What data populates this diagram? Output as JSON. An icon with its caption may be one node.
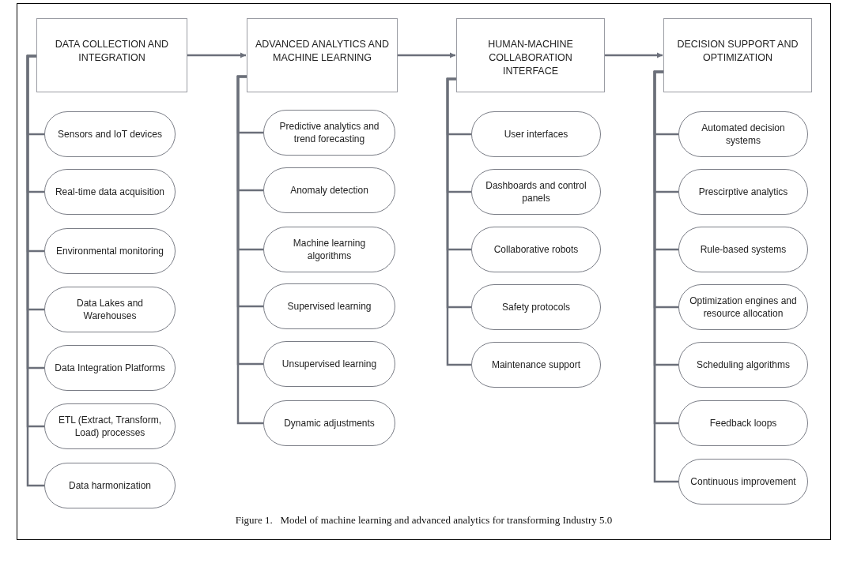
{
  "diagram": {
    "caption": "Figure 1.   Model of machine learning and advanced analytics for transforming Industry 5.0",
    "nodes": [
      {
        "text": [
          "DATA COLLECTION AND INTEGRATION"
        ]
      },
      {
        "text": [
          "Sensors and IoT devices"
        ]
      },
      {
        "text": [
          "Real-time data acquisition"
        ]
      },
      {
        "text": [
          "Environmental monitoring"
        ]
      },
      {
        "text": [
          "Data Lakes and Warehouses"
        ]
      },
      {
        "text": [
          "Data Integration Platforms"
        ]
      },
      {
        "text": [
          "ETL (Extract, Transform, Load) processes"
        ]
      },
      {
        "text": [
          "Data harmonization"
        ]
      },
      {
        "text": [
          "ADVANCED ANALYTICS AND MACHINE LEARNING"
        ]
      },
      {
        "text": [
          "Predictive analytics and trend forecasting"
        ]
      },
      {
        "text": [
          "Anomaly detection"
        ]
      },
      {
        "text": [
          "Machine learning algorithms"
        ]
      },
      {
        "text": [
          "Supervised learning"
        ]
      },
      {
        "text": [
          "Unsupervised learning"
        ]
      },
      {
        "text": [
          "Dynamic adjustments"
        ]
      },
      {
        "text": [
          "HUMAN-MACHINE COLLABORATION INTERFACE"
        ]
      },
      {
        "text": [
          "User interfaces"
        ]
      },
      {
        "text": [
          "Dashboards and control panels"
        ]
      },
      {
        "text": [
          "Collaborative robots"
        ]
      },
      {
        "text": [
          "Safety protocols"
        ]
      },
      {
        "text": [
          "Maintenance support"
        ]
      },
      {
        "text": [
          "DECISION SUPPORT AND OPTIMIZATION"
        ]
      },
      {
        "text": [
          "Automated decision systems"
        ]
      },
      {
        "text": [
          "Prescirptive analytics"
        ]
      },
      {
        "text": [
          "Rule-based systems"
        ]
      },
      {
        "text": [
          "Optimization engines and resource allocation"
        ]
      },
      {
        "text": [
          "Scheduling algorithms"
        ]
      },
      {
        "text": [
          "Feedback loops"
        ]
      },
      {
        "text": [
          "Continuous improvement"
        ]
      }
    ],
    "edges": [
      {
        "from": 0,
        "to": 8,
        "arrow": "to"
      },
      {
        "from": 8,
        "to": 15,
        "arrow": "to"
      },
      {
        "from": 15,
        "to": 21,
        "arrow": "to"
      },
      {
        "from": 0,
        "to": 1,
        "arrow": "none"
      },
      {
        "from": 0,
        "to": 2,
        "arrow": "none"
      },
      {
        "from": 0,
        "to": 3,
        "arrow": "none"
      },
      {
        "from": 0,
        "to": 4,
        "arrow": "none"
      },
      {
        "from": 0,
        "to": 5,
        "arrow": "none"
      },
      {
        "from": 0,
        "to": 6,
        "arrow": "none"
      },
      {
        "from": 0,
        "to": 7,
        "arrow": "none"
      },
      {
        "from": 8,
        "to": 9,
        "arrow": "none"
      },
      {
        "from": 8,
        "to": 10,
        "arrow": "none"
      },
      {
        "from": 8,
        "to": 11,
        "arrow": "none"
      },
      {
        "from": 8,
        "to": 12,
        "arrow": "none"
      },
      {
        "from": 8,
        "to": 13,
        "arrow": "none"
      },
      {
        "from": 8,
        "to": 14,
        "arrow": "none"
      },
      {
        "from": 15,
        "to": 16,
        "arrow": "none"
      },
      {
        "from": 15,
        "to": 17,
        "arrow": "none"
      },
      {
        "from": 15,
        "to": 18,
        "arrow": "none"
      },
      {
        "from": 15,
        "to": 19,
        "arrow": "none"
      },
      {
        "from": 15,
        "to": 20,
        "arrow": "none"
      },
      {
        "from": 21,
        "to": 22,
        "arrow": "none"
      },
      {
        "from": 21,
        "to": 23,
        "arrow": "none"
      },
      {
        "from": 21,
        "to": 24,
        "arrow": "none"
      },
      {
        "from": 21,
        "to": 25,
        "arrow": "none"
      },
      {
        "from": 21,
        "to": 26,
        "arrow": "none"
      },
      {
        "from": 21,
        "to": 27,
        "arrow": "none"
      },
      {
        "from": 21,
        "to": 28,
        "arrow": "none"
      }
    ]
  }
}
